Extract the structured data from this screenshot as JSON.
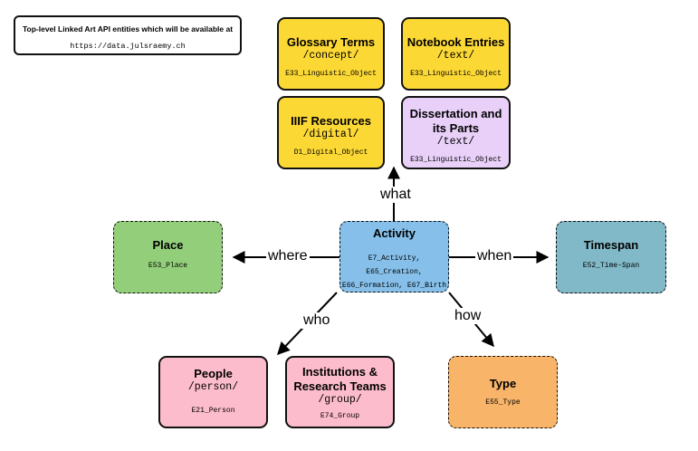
{
  "info": {
    "line1": "Top-level Linked Art API entities which will be available at",
    "line2": "https://data.julsraemy.ch"
  },
  "nodes": {
    "glossary": {
      "title": "Glossary Terms",
      "path": "/concept/",
      "code": "E33_Linguistic_Object"
    },
    "notebook": {
      "title": "Notebook Entries",
      "path": "/text/",
      "code": "E33_Linguistic_Object"
    },
    "iiif": {
      "title": "IIIF Resources",
      "path": "/digital/",
      "code": "D1_Digital_Object"
    },
    "dissertation": {
      "title": "Dissertation and its Parts",
      "path": "/text/",
      "code": "E33_Linguistic_Object"
    },
    "activity": {
      "title": "Activity",
      "code1": "E7_Activity,",
      "code2": "E65_Creation,",
      "code3": "E66_Formation, E67_Birth"
    },
    "place": {
      "title": "Place",
      "code": "E53_Place"
    },
    "timespan": {
      "title": "Timespan",
      "code": "E52_Time-Span"
    },
    "people": {
      "title": "People",
      "path": "/person/",
      "code": "E21_Person"
    },
    "institutions": {
      "title": "Institutions & Research Teams",
      "path": "/group/",
      "code": "E74_Group"
    },
    "type": {
      "title": "Type",
      "code": "E55_Type"
    }
  },
  "edges": {
    "what": "what",
    "where": "where",
    "when": "when",
    "who": "who",
    "how": "how"
  }
}
